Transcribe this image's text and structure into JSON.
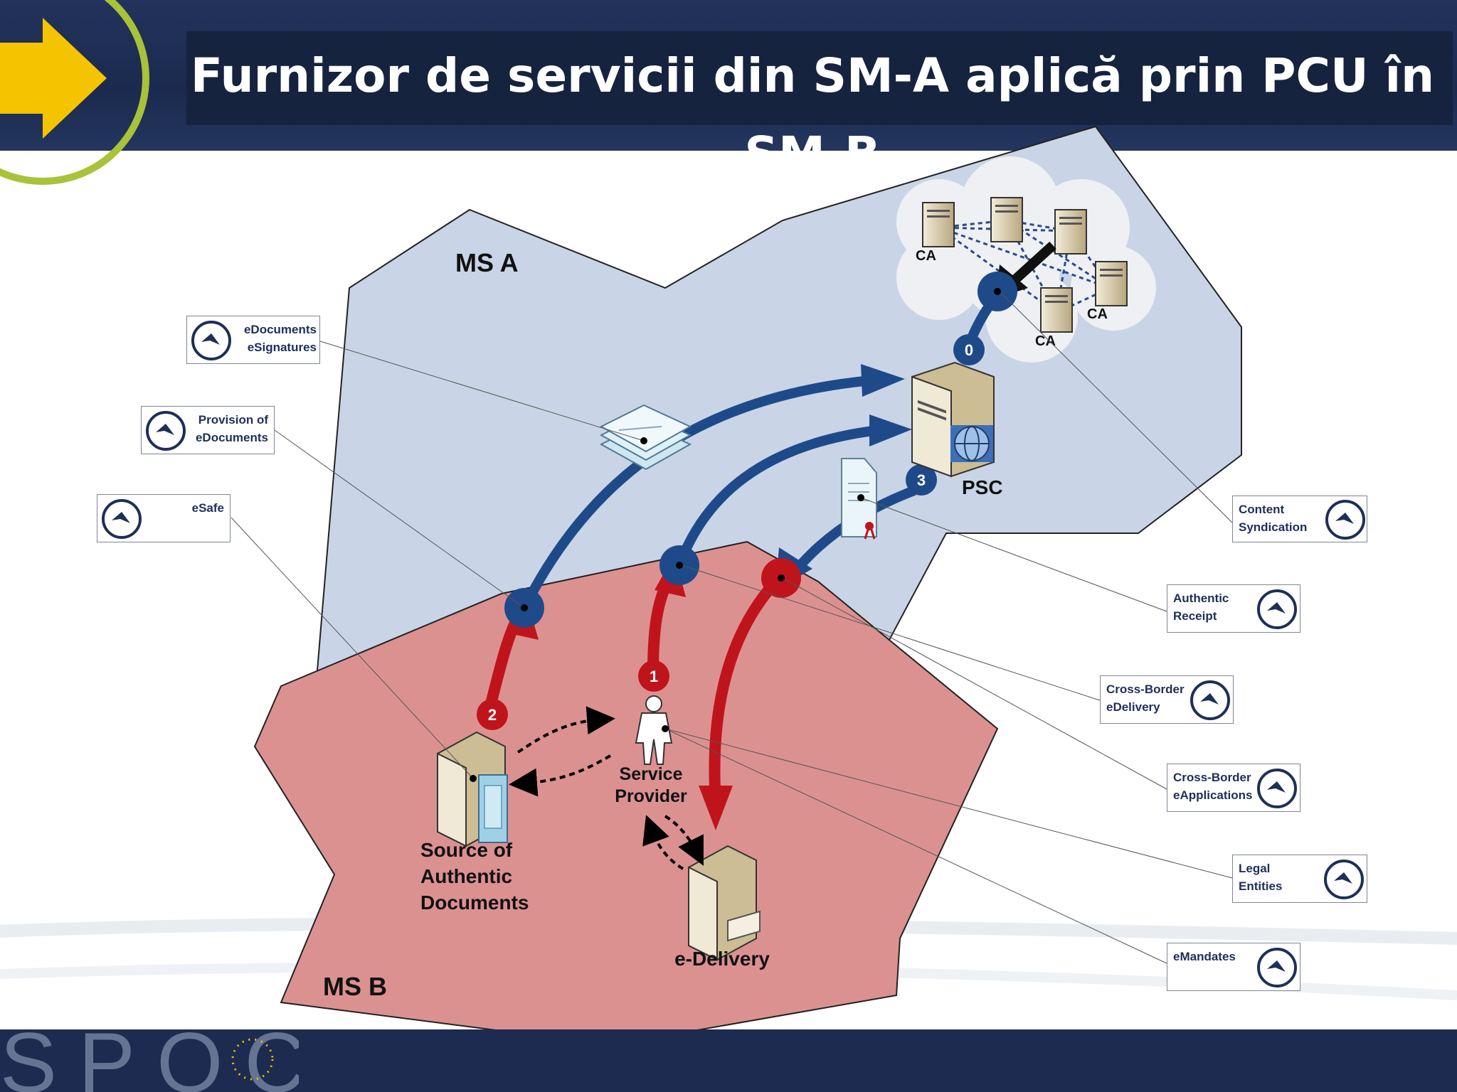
{
  "title": "Furnizor de servicii din SM-A aplică prin PCU în SM-B",
  "regions": {
    "ms_a": "MS A",
    "ms_b": "MS B"
  },
  "nodes": {
    "ca_labels": [
      "CA",
      "CA",
      "CA"
    ],
    "psc": "PSC",
    "service_provider": [
      "Service",
      "Provider"
    ],
    "source_docs": [
      "Source of",
      "Authentic",
      "Documents"
    ],
    "edelivery": "e-Delivery"
  },
  "steps": [
    "0",
    "1",
    "2",
    "3"
  ],
  "legend_left": [
    {
      "lines": [
        "eDocuments",
        "eSignatures"
      ]
    },
    {
      "lines": [
        "Provision of",
        "eDocuments"
      ]
    },
    {
      "lines": [
        "eSafe"
      ]
    }
  ],
  "legend_right": [
    {
      "lines": [
        "Content",
        "Syndication"
      ]
    },
    {
      "lines": [
        "Authentic",
        "Receipt"
      ]
    },
    {
      "lines": [
        "Cross-Border",
        "eDelivery"
      ]
    },
    {
      "lines": [
        "Cross-Border",
        "eApplications"
      ]
    },
    {
      "lines": [
        "Legal",
        "Entities"
      ]
    },
    {
      "lines": [
        "eMandates"
      ]
    }
  ],
  "footer_logo": "SPOCS",
  "colors": {
    "header": "#1c2b4f",
    "ms_a_fill": "#c9d5e6",
    "ms_b_fill": "#dc9191",
    "blue_arrow": "#1f4a8a",
    "red_arrow": "#c0141c"
  },
  "icons": [
    "server-icon",
    "person-icon",
    "document-icon",
    "globe-icon",
    "spocs-logo-icon"
  ]
}
